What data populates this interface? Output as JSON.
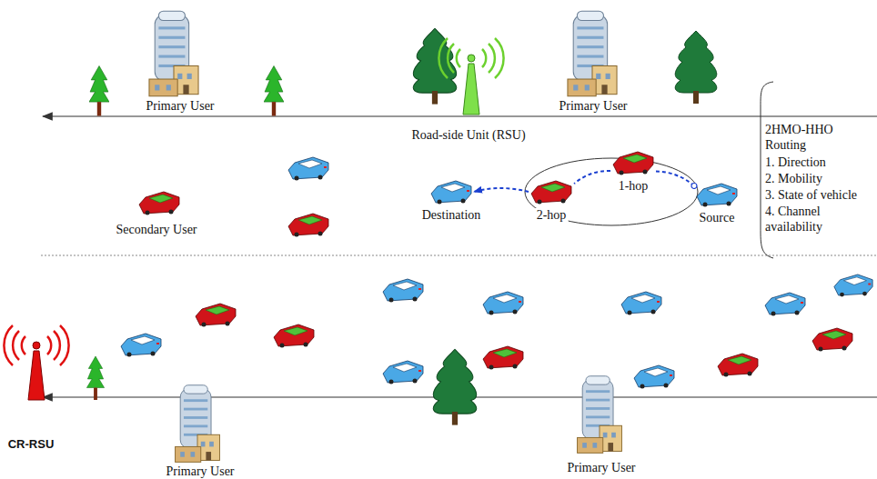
{
  "diagram": {
    "nodes": [
      {
        "text": [
          "Source"
        ]
      },
      {
        "text": [
          "1-hop"
        ]
      },
      {
        "text": [
          "2-hop"
        ]
      },
      {
        "text": [
          "Destination"
        ]
      }
    ],
    "edges": [
      {
        "from": 0,
        "to": 1,
        "arrow": "none"
      },
      {
        "from": 1,
        "to": 2,
        "arrow": "none"
      },
      {
        "from": 2,
        "to": 3,
        "arrow": "to"
      }
    ],
    "labels": [
      "Primary User",
      "Primary User",
      "Road-side Unit (RSU)",
      "2HMO-HHO Routing",
      "1. Direction",
      "2. Mobility",
      "3. State of vehicle",
      "4. Channel availability",
      "Secondary User",
      "CR-RSU",
      "Primary User",
      "Primary User"
    ]
  }
}
